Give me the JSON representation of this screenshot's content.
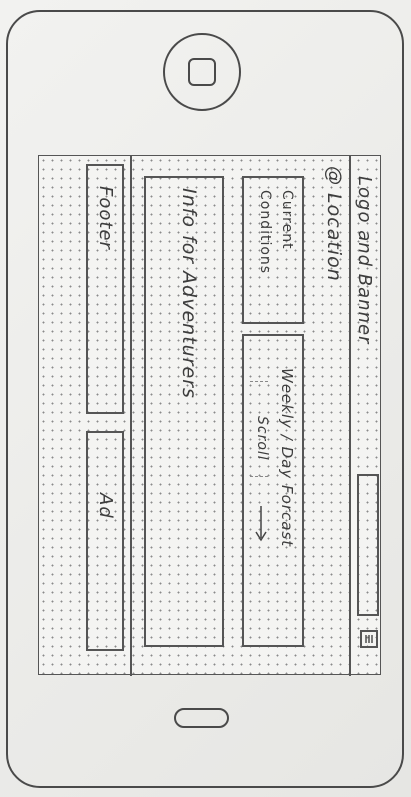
{
  "header": {
    "logo_banner": "Logo and Banner",
    "location": "@ Location"
  },
  "main": {
    "current_conditions": "Current Conditions",
    "forecast": "Weekly / Day Forcast",
    "scroll": "Scroll",
    "info": "Info for Adventurers"
  },
  "bottom": {
    "footer": "Footer",
    "ad": "Ad"
  },
  "icons": {
    "menu": "hamburger-menu-icon",
    "scroll_arrow": "right-arrow-icon"
  }
}
